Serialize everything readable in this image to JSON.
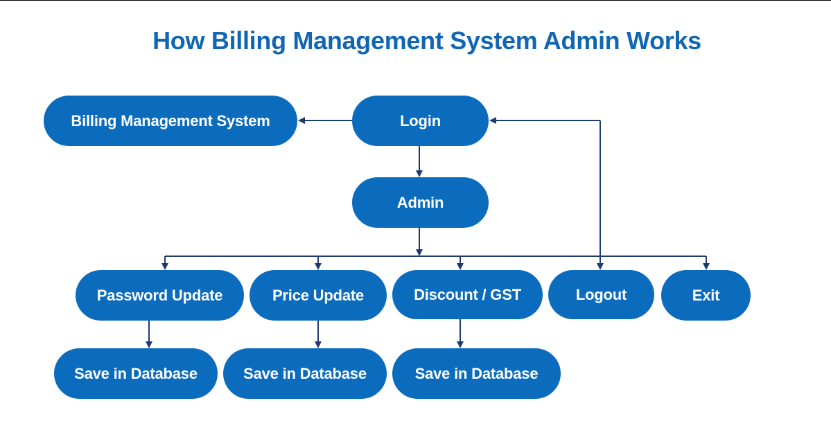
{
  "title": "How Billing Management System Admin Works",
  "nodes": {
    "billing_management_system": "Billing Management System",
    "login": "Login",
    "admin": "Admin",
    "password_update": "Password Update",
    "price_update": "Price Update",
    "discount_gst": "Discount / GST",
    "logout": "Logout",
    "exit": "Exit",
    "save_password": "Save in Database",
    "save_price": "Save in Database",
    "save_discount": "Save in Database"
  },
  "edges": [
    {
      "from": "login",
      "to": "billing_management_system"
    },
    {
      "from": "login",
      "to": "admin"
    },
    {
      "from": "admin",
      "to": "password_update"
    },
    {
      "from": "admin",
      "to": "price_update"
    },
    {
      "from": "admin",
      "to": "discount_gst"
    },
    {
      "from": "admin",
      "to": "logout"
    },
    {
      "from": "admin",
      "to": "exit"
    },
    {
      "from": "logout",
      "to": "login"
    },
    {
      "from": "password_update",
      "to": "save_password"
    },
    {
      "from": "price_update",
      "to": "save_price"
    },
    {
      "from": "discount_gst",
      "to": "save_discount"
    }
  ],
  "colors": {
    "title": "#1166b3",
    "node_fill": "#0b6cbd",
    "node_text": "#ffffff",
    "connector": "#1f3a6e"
  }
}
